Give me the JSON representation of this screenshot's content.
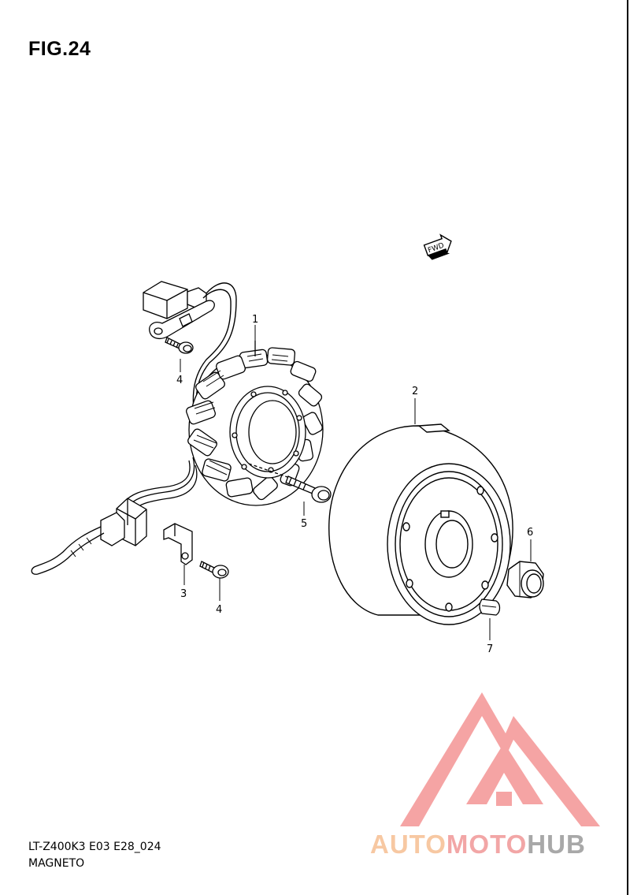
{
  "figure": {
    "title": "FIG.24"
  },
  "footer": {
    "model_code": "LT-Z400K3 E03 E28_024",
    "section": "MAGNETO"
  },
  "fwd_badge": {
    "label": "FWD"
  },
  "callouts": [
    {
      "id": "1",
      "label": "1"
    },
    {
      "id": "2",
      "label": "2"
    },
    {
      "id": "3",
      "label": "3"
    },
    {
      "id": "4a",
      "label": "4"
    },
    {
      "id": "4b",
      "label": "4"
    },
    {
      "id": "5",
      "label": "5"
    },
    {
      "id": "6",
      "label": "6"
    },
    {
      "id": "7",
      "label": "7"
    }
  ],
  "watermark": {
    "part1": "AUTO",
    "part2": "MOTO",
    "part3": "HUB",
    "colors": {
      "part1": "#f7c8a2",
      "part2": "#f2a6a6",
      "part3": "#a8a8a8",
      "logo": "#f5a0a0"
    }
  }
}
